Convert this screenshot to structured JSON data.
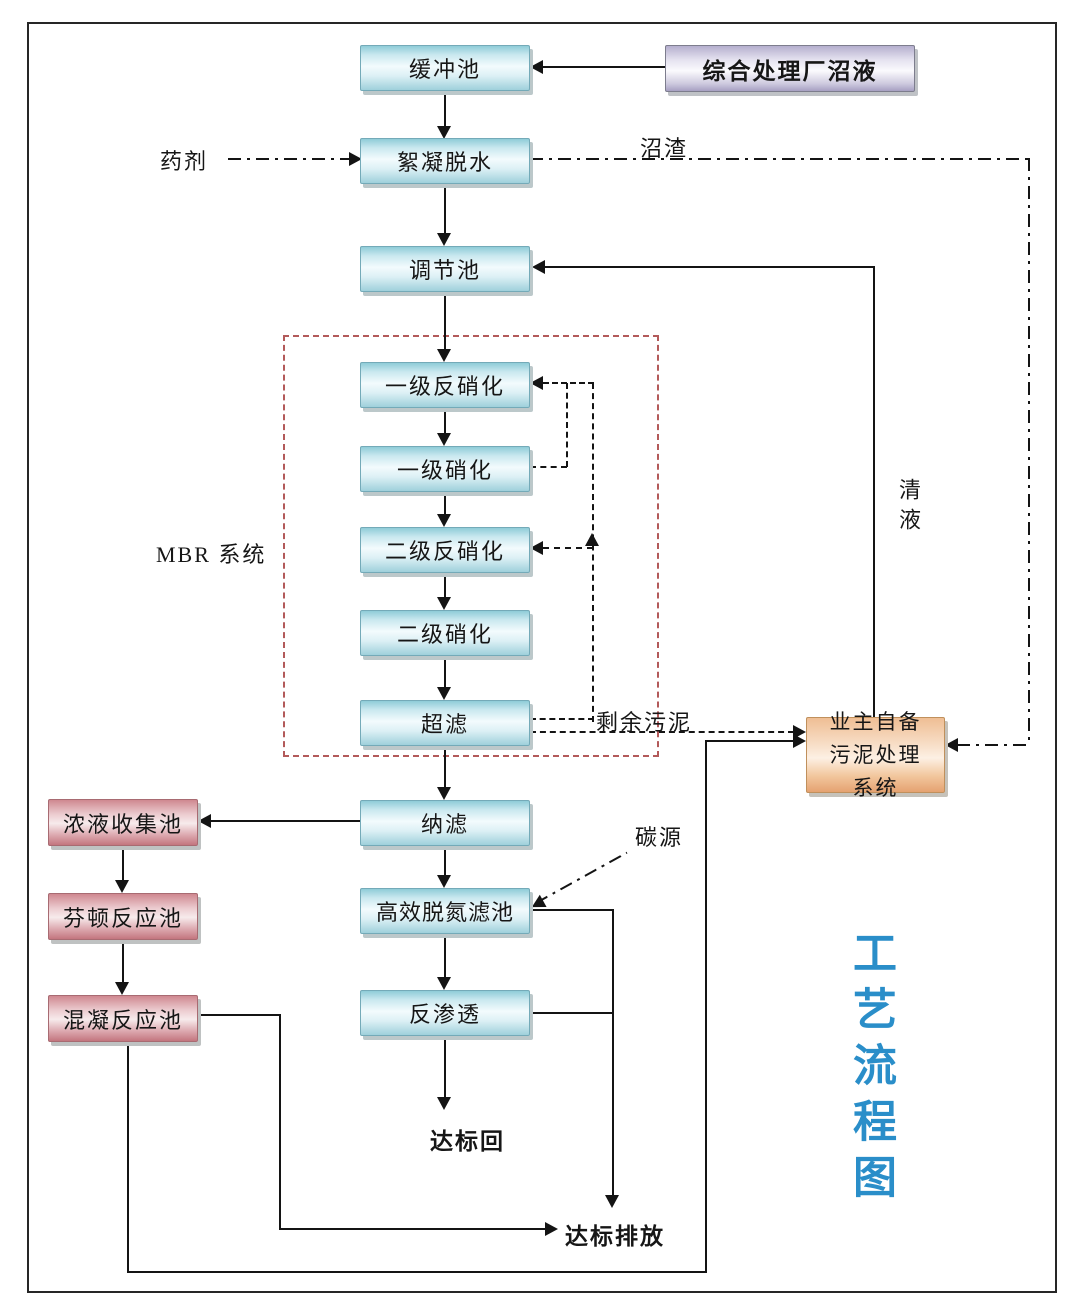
{
  "diagram_title": "工艺流程图",
  "nodes": {
    "source": "综合处理厂沼液",
    "buffer": "缓冲池",
    "flocculation": "絮凝脱水",
    "regulating": "调节池",
    "denitrification_1": "一级反硝化",
    "nitrification_1": "一级硝化",
    "denitrification_2": "二级反硝化",
    "nitrification_2": "二级硝化",
    "ultrafiltration": "超滤",
    "nanofiltration": "纳滤",
    "denitrogen_filter": "高效脱氮滤池",
    "reverse_osmosis": "反渗透",
    "concentrate_tank": "浓液收集池",
    "fenton_tank": "芬顿反应池",
    "coagulation_tank": "混凝反应池",
    "owner_sludge_system": "业主自备污泥处理系统"
  },
  "group_labels": {
    "mbr": "MBR 系统"
  },
  "flow_labels": {
    "chemicals": "药剂",
    "biogas_residue": "沼渣",
    "clear_liquid": "清液",
    "excess_sludge": "剩余污泥",
    "carbon_source": "碳源",
    "standard_reuse": "达标回",
    "standard_discharge": "达标排放"
  },
  "colors": {
    "process_box": "#bfe3ec",
    "chemical_box": "#e0a7ae",
    "source_box": "#d7d3e7",
    "sludge_box": "#f5d3ae",
    "mbr_border": "#b35a5a",
    "title_text": "#2a8ec9",
    "line": "#141414"
  }
}
